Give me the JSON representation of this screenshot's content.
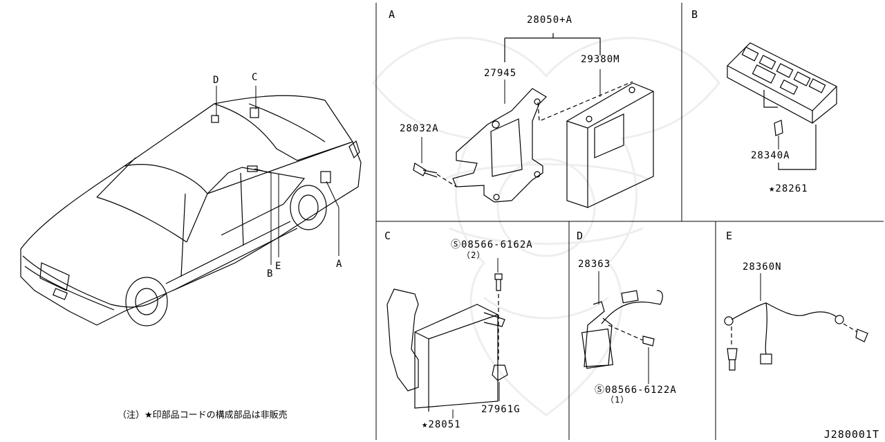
{
  "diagram_code": "J280001T",
  "note": "（注）★印部品コードの構成部品は非販売",
  "overview": {
    "callouts": [
      "D",
      "C",
      "B",
      "E",
      "A"
    ]
  },
  "panels": {
    "A": {
      "letter": "A",
      "parts": [
        "28050+A",
        "27945",
        "29380M",
        "28032A"
      ]
    },
    "B": {
      "letter": "B",
      "parts": [
        "28340A",
        "★28261"
      ]
    },
    "C": {
      "letter": "C",
      "parts": [
        "Ⓢ08566-6162A",
        "（2）",
        "27961G",
        "★28051"
      ]
    },
    "D": {
      "letter": "D",
      "parts": [
        "28363",
        "Ⓢ08566-6122A",
        "（1）"
      ]
    },
    "E": {
      "letter": "E",
      "parts": [
        "28360N"
      ]
    }
  }
}
